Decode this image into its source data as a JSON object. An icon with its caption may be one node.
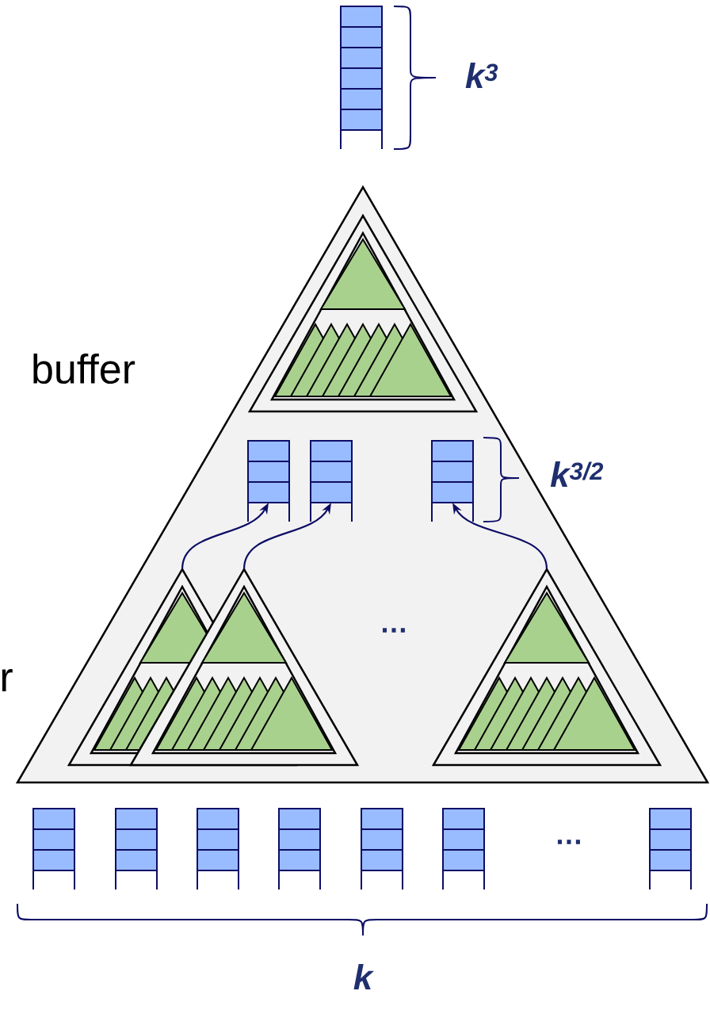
{
  "diagram": {
    "nodes": [
      {
        "text": [],
        "shape": "box"
      },
      {
        "text": [],
        "shape": "triangle"
      },
      {
        "text": [],
        "shape": "triangle",
        "in": 1
      },
      {
        "text": [],
        "shape": "box",
        "in": 1
      },
      {
        "text": [],
        "shape": "box",
        "in": 1
      },
      {
        "text": [],
        "shape": "box",
        "in": 1
      },
      {
        "text": [],
        "shape": "triangle",
        "in": 1
      },
      {
        "text": [],
        "shape": "triangle",
        "in": 1
      },
      {
        "text": [],
        "shape": "triangle",
        "in": 1
      },
      {
        "text": [],
        "shape": "box"
      },
      {
        "text": [],
        "shape": "box"
      },
      {
        "text": [],
        "shape": "box"
      },
      {
        "text": [],
        "shape": "box"
      },
      {
        "text": [],
        "shape": "box"
      },
      {
        "text": [],
        "shape": "box"
      },
      {
        "text": [],
        "shape": "box"
      }
    ],
    "edges": [
      {
        "from": 6,
        "to": 3,
        "arrow": "to"
      },
      {
        "from": 7,
        "to": 4,
        "arrow": "to"
      },
      {
        "from": 8,
        "to": 5,
        "arrow": "to"
      }
    ],
    "labels": [
      "k$^{3}$",
      "buffer",
      "k$^{3/2}$",
      "…",
      "r",
      "…",
      "k"
    ]
  }
}
